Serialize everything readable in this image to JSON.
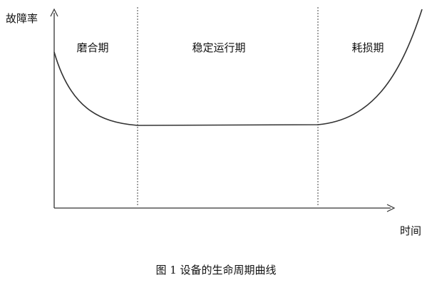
{
  "diagram": {
    "y_axis_label": "故障率",
    "x_axis_label": "时间",
    "phases": [
      {
        "label": "磨合期"
      },
      {
        "label": "稳定运行期"
      },
      {
        "label": "耗损期"
      }
    ]
  },
  "caption": "图 1 设备的生命周期曲线",
  "colors": {
    "ink": "#111111",
    "axis": "#333333",
    "divider": "#555555"
  }
}
